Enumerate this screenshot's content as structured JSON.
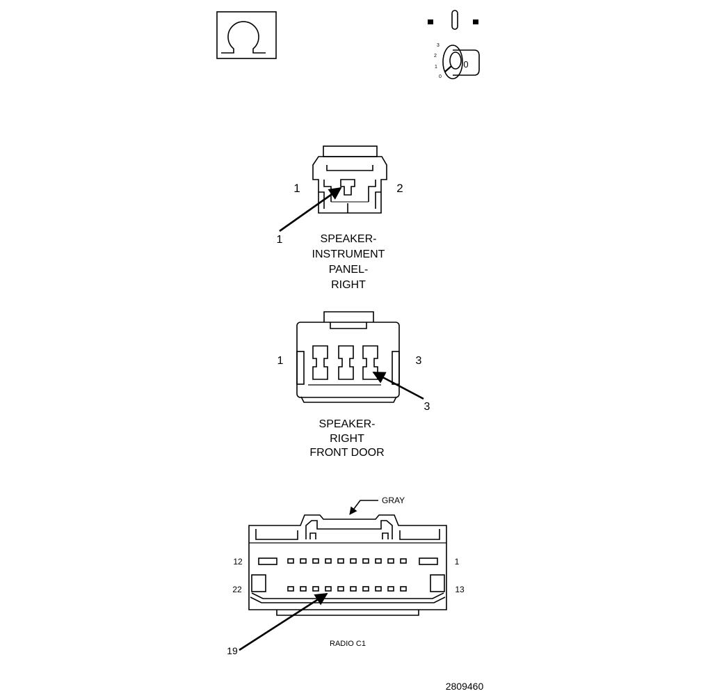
{
  "icons": {
    "ohm_symbol": "ohmmeter-icon",
    "ignition": "ignition-switch-icon",
    "ignition_key_text": "0",
    "ignition_positions": [
      "3",
      "2",
      "1",
      "0"
    ]
  },
  "connector_ip": {
    "title_lines": [
      "SPEAKER-",
      "INSTRUMENT",
      "PANEL-",
      "RIGHT"
    ],
    "pin_left": "1",
    "pin_right": "2",
    "callout": "1"
  },
  "connector_door": {
    "title_lines": [
      "SPEAKER-",
      "RIGHT",
      "FRONT DOOR"
    ],
    "pin_left": "1",
    "pin_right": "3",
    "callout": "3"
  },
  "connector_radio": {
    "color_label": "GRAY",
    "top_left": "12",
    "top_right": "1",
    "bottom_left": "22",
    "bottom_right": "13",
    "callout": "19",
    "title": "RADIO C1"
  },
  "figure_number": "2809460"
}
